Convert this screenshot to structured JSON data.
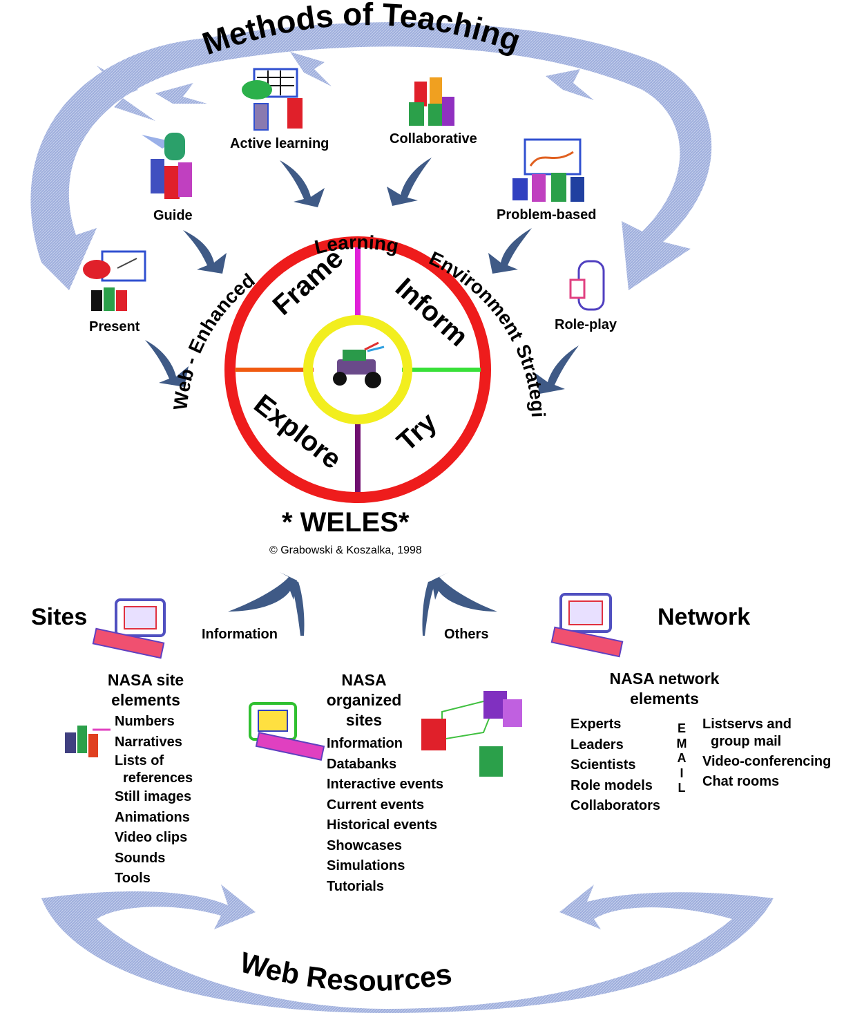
{
  "top_title": "Methods of Teaching",
  "bottom_title": "Web Resources",
  "methods": {
    "active_learning": "Active learning",
    "collaborative": "Collaborative",
    "guide": "Guide",
    "problem_based": "Problem-based",
    "present": "Present",
    "role_play": "Role-play"
  },
  "ring_text": {
    "left": "Web - Enhanced",
    "top": "Learning",
    "right": "Environment",
    "right2": "Strategies"
  },
  "quadrants": [
    "Frame",
    "Inform",
    "Explore",
    "Try"
  ],
  "center_title": "* WELES*",
  "copyright": "© Grabowski & Koszalka, 1998",
  "flows": {
    "information": "Information",
    "others": "Others"
  },
  "sites": {
    "heading": "Sites",
    "subheading": [
      "NASA site",
      "elements"
    ],
    "items": [
      "Numbers",
      "Narratives",
      "Lists of",
      "references",
      "Still images",
      "Animations",
      "Video clips",
      "Sounds",
      "Tools"
    ]
  },
  "organized": {
    "heading": [
      "NASA",
      "organized",
      "sites"
    ],
    "items": [
      "Information",
      "Databanks",
      "Interactive events",
      "Current events",
      "Historical events",
      "Showcases",
      "Simulations",
      "Tutorials"
    ]
  },
  "network": {
    "heading": "Network",
    "subheading": [
      "NASA network",
      "elements"
    ],
    "people": [
      "Experts",
      "Leaders",
      "Scientists",
      "Role models",
      "Collaborators"
    ],
    "email_letters": [
      "E",
      "M",
      "A",
      "I",
      "L"
    ],
    "channels": [
      "Listservs and",
      "group mail",
      "Video-conferencing",
      "Chat rooms"
    ]
  },
  "colors": {
    "arc": "#9eaedc",
    "arrow": "#3f5a86",
    "outer_ring": "#ee1c1c",
    "inner_ring": "#f2ee1e",
    "spoke_top": "#e020d8",
    "spoke_right": "#38e038",
    "spoke_bottom": "#701070",
    "spoke_left": "#f05a10"
  }
}
